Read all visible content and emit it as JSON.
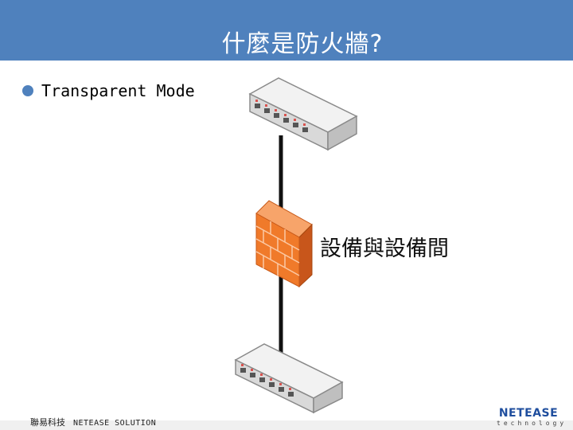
{
  "slide": {
    "title": "什麼是防火牆?",
    "bullet": "Transparent Mode",
    "diagram_caption": "設備與設備間"
  },
  "footer": {
    "company": "聯易科技",
    "tagline": "NETEASE SOLUTION"
  },
  "logo": {
    "main": "NETEASE",
    "sub": "technology"
  },
  "colors": {
    "header": "#4f81bd",
    "firewall": "#f07a2a",
    "logo": "#1f4e9e"
  }
}
